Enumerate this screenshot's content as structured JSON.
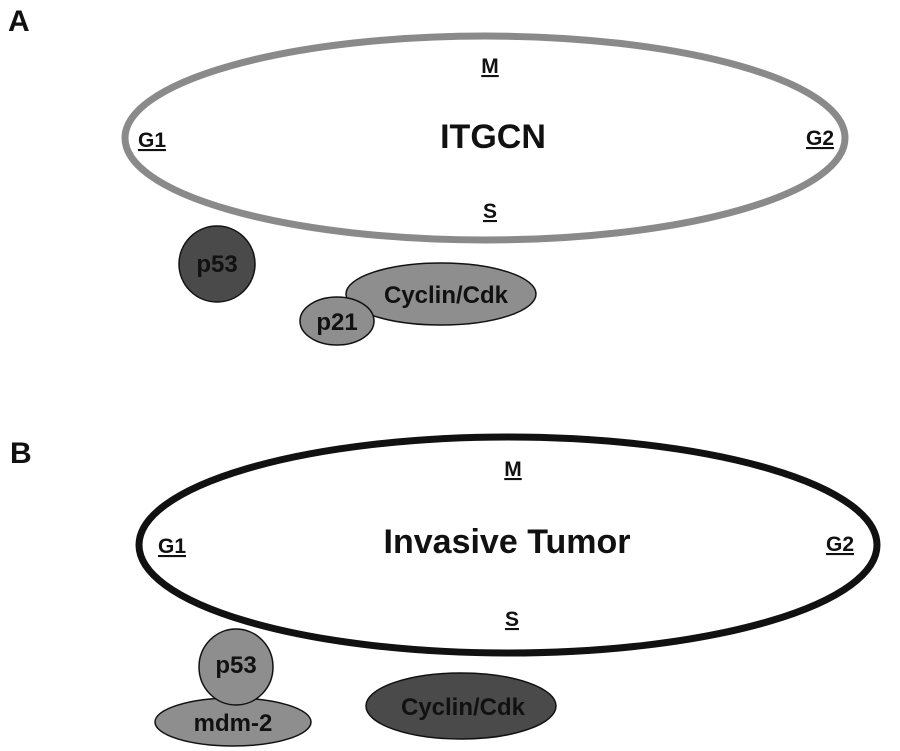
{
  "panel_a": {
    "letter": "A",
    "title": "ITGCN",
    "phases": {
      "m": "M",
      "g1": "G1",
      "g2": "G2",
      "s": "S"
    },
    "ring_color": "#8a8a8a",
    "proteins": {
      "p53": "p53",
      "cyclin": "Cyclin/Cdk",
      "p21": "p21"
    },
    "colors": {
      "p53": "#4a4a4a",
      "cyclin": "#8e8e8e",
      "p21": "#8e8e8e"
    }
  },
  "panel_b": {
    "letter": "B",
    "title": "Invasive Tumor",
    "phases": {
      "m": "M",
      "g1": "G1",
      "g2": "G2",
      "s": "S"
    },
    "ring_color": "#111111",
    "proteins": {
      "p53": "p53",
      "mdm2": "mdm-2",
      "cyclin": "Cyclin/Cdk"
    },
    "colors": {
      "p53": "#8e8e8e",
      "mdm2": "#8e8e8e",
      "cyclin": "#4a4a4a"
    }
  }
}
